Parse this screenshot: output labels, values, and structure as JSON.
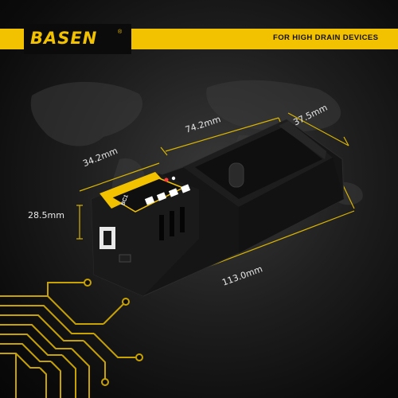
{
  "header": {
    "brand": "BASEN",
    "registered_mark": "®",
    "tagline": "FOR HIGH DRAIN DEVICES"
  },
  "dimensions": {
    "length_battery": "74.2mm",
    "width": "37.5mm",
    "depth_front": "34.2mm",
    "height": "28.5mm",
    "total_length": "113.0mm"
  },
  "device": {
    "model_label": "BC1",
    "colors": {
      "accent": "#f2c200",
      "body": "#161616",
      "led": "#ffffff",
      "indicator_red": "#ff3b3b"
    }
  }
}
